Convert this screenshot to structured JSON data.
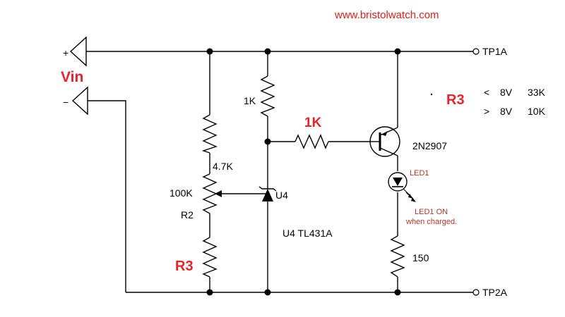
{
  "header": {
    "url": "www.bristolwatch.com"
  },
  "colors": {
    "red_label": "#e5242b",
    "url": "#d4231f",
    "tp_label": "#2d62b0",
    "ic_label": "#9b3bc4",
    "led_label": "#b0372b"
  },
  "input": {
    "vin_label": "Vin",
    "plus_sign": "+",
    "minus_sign": "−"
  },
  "test_points": {
    "tp1": "TP1A",
    "tp2": "TP2A"
  },
  "components": {
    "r_top": "1K",
    "r_base": "1K",
    "r_4k7": "4.7K",
    "pot_value": "100K",
    "pot_name": "R2",
    "r3_label": "R3",
    "u4_pin": "U4",
    "u4_desc": "U4 TL431A",
    "transistor": "2N2907",
    "led_name": "LED1",
    "led_note_1": "LED1 ON",
    "led_note_2": "when charged.",
    "r_led": "150"
  },
  "r3_table": {
    "title": "R3",
    "rows": [
      {
        "sym": "<",
        "volt": "8V",
        "res": "33K"
      },
      {
        "sym": ">",
        "volt": "8V",
        "res": "10K"
      }
    ]
  },
  "icons": {
    "input_plus": "input-connector-icon",
    "input_minus": "input-connector-icon",
    "transistor": "pnp-transistor-icon",
    "led": "led-icon",
    "shunt": "zener-shunt-regulator-icon",
    "resistor": "resistor-icon",
    "potentiometer": "potentiometer-icon"
  }
}
